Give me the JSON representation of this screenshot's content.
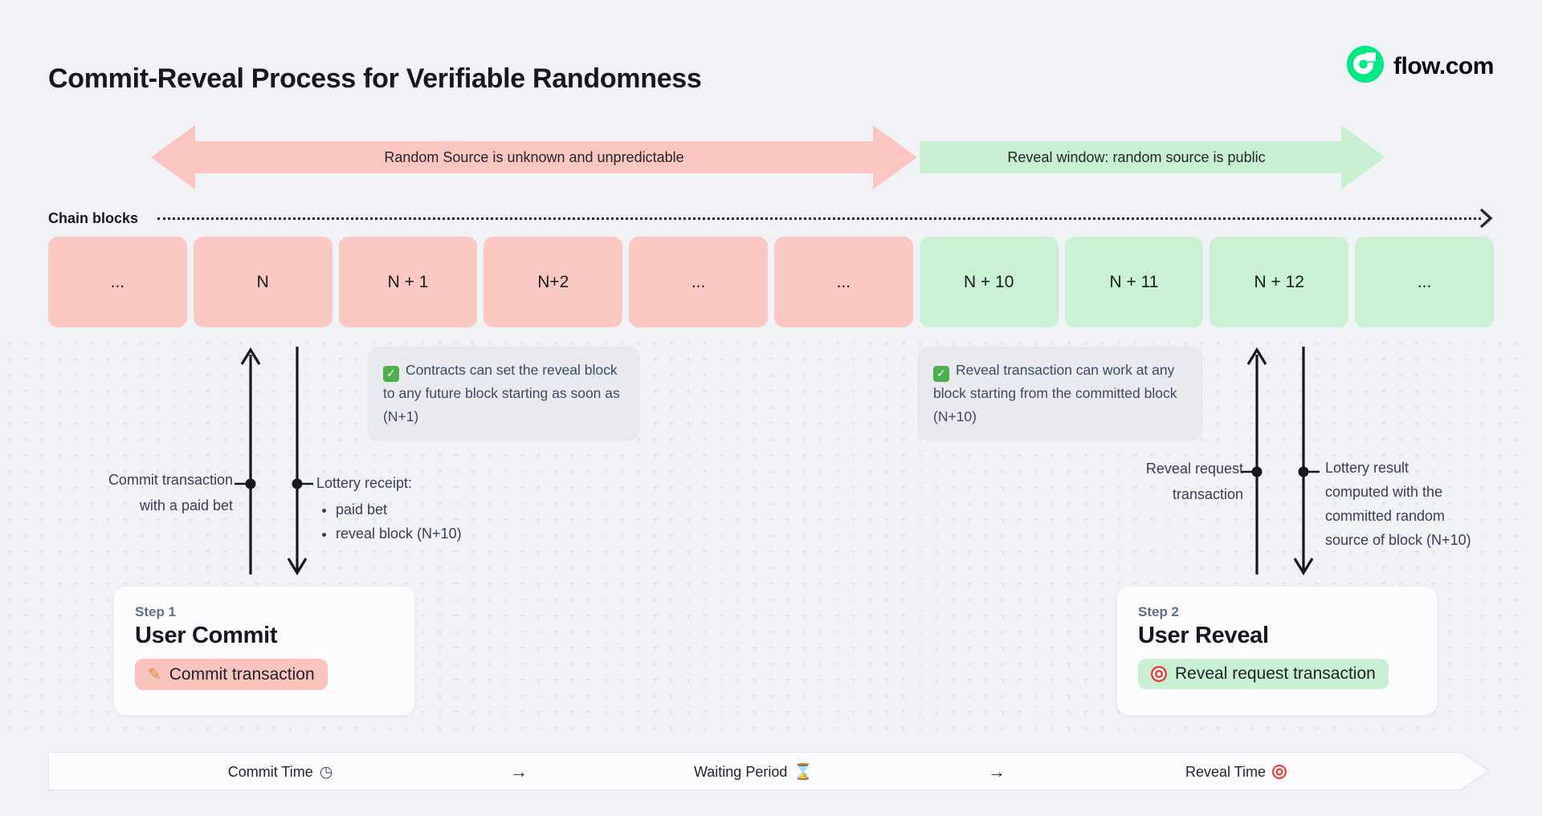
{
  "page": {
    "title": "Commit-Reveal Process for Verifiable Randomness"
  },
  "brand": {
    "name": "flow.com",
    "logo_color": "#00E985"
  },
  "phases": {
    "unknown": {
      "label": "Random Source is unknown and unpredictable",
      "color": "#FBC6C1"
    },
    "reveal": {
      "label": "Reveal window: random source is public",
      "color": "#C9EFD2"
    }
  },
  "chain": {
    "label": "Chain blocks",
    "blocks": [
      {
        "label": "...",
        "color": "pink"
      },
      {
        "label": "N",
        "color": "pink"
      },
      {
        "label": "N + 1",
        "color": "pink"
      },
      {
        "label": "N+2",
        "color": "pink"
      },
      {
        "label": "...",
        "color": "pink"
      },
      {
        "label": "...",
        "color": "pink"
      },
      {
        "label": "N + 10",
        "color": "green"
      },
      {
        "label": "N + 11",
        "color": "green"
      },
      {
        "label": "N + 12",
        "color": "green"
      },
      {
        "label": "...",
        "color": "green"
      }
    ],
    "block_pink": "#FAC8C3",
    "block_green": "#CBF1D4"
  },
  "notes": {
    "commit": {
      "text": "Contracts can set the reveal block to any future block starting as soon as (N+1)"
    },
    "reveal": {
      "text": "Reveal transaction can work at any block starting from the committed block (N+10)"
    }
  },
  "annotations": {
    "commit_tx": {
      "line1": "Commit transaction",
      "line2": "with a paid bet"
    },
    "lottery_receipt": {
      "title": "Lottery receipt:",
      "bullets": [
        "paid bet",
        "reveal block (N+10)"
      ]
    },
    "reveal_request": {
      "line1": "Reveal request",
      "line2": "transaction"
    },
    "lottery_result": {
      "line1": "Lottery result",
      "line2": "computed with the",
      "line3": "committed random",
      "line4": "source of block (N+10)"
    }
  },
  "steps": {
    "step1": {
      "kicker": "Step 1",
      "title": "User Commit",
      "pill": "Commit transaction",
      "pill_color": "#F9C3BE"
    },
    "step2": {
      "kicker": "Step 2",
      "title": "User Reveal",
      "pill": "Reveal request transaction",
      "pill_color": "#C8EFD1"
    }
  },
  "timeline": {
    "commit": "Commit Time",
    "arrow1": "→",
    "waiting": "Waiting Period",
    "arrow2": "→",
    "reveal": "Reveal Time"
  },
  "icons": {
    "check": "✓",
    "pencil": "✎",
    "stopwatch": "◷",
    "hourglass": "⌛"
  }
}
